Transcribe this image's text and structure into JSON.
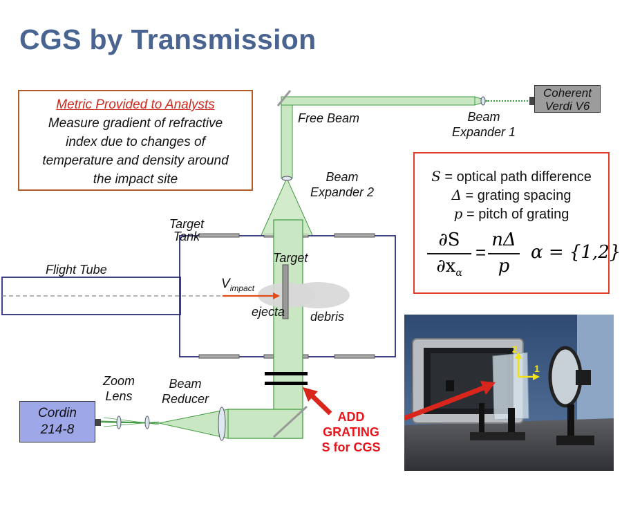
{
  "title": "CGS by Transmission",
  "metric_box": {
    "heading": "Metric Provided to Analysts",
    "line1": "Measure gradient  of refractive",
    "line2": "index due to changes of",
    "line3": "temperature and density around",
    "line4": "the impact site"
  },
  "formula_box": {
    "line1_sym": "S",
    "line1_text": " = optical path difference",
    "line2_sym": "Δ",
    "line2_text": " = grating spacing",
    "line3_sym": "p",
    "line3_text": " = pitch of grating",
    "eq_lhs_num": "∂S",
    "eq_lhs_den": "∂x",
    "eq_lhs_den_sub": "α",
    "eq_equals": "=",
    "eq_rhs_num": "nΔ",
    "eq_rhs_den": "p",
    "alpha_eq": "α = {1,2}"
  },
  "labels": {
    "free_beam": "Free Beam",
    "beam_expander_1_a": "Beam",
    "beam_expander_1_b": "Expander 1",
    "beam_expander_2_a": "Beam",
    "beam_expander_2_b": "Expander 2",
    "target_tank_a": "Target",
    "target_tank_b": "Tank",
    "target": "Target",
    "flight_tube": "Flight Tube",
    "v_impact_main": "V",
    "v_impact_sub": "impact",
    "ejecta": "ejecta",
    "debris": "debris",
    "zoom_lens_a": "Zoom",
    "zoom_lens_b": "Lens",
    "beam_reducer_a": "Beam",
    "beam_reducer_b": "Reducer"
  },
  "devices": {
    "coherent_a": "Coherent",
    "coherent_b": "Verdi V6",
    "cordin_a": "Cordin",
    "cordin_b": "214-8"
  },
  "add_grating": {
    "line1": "ADD",
    "line2": "GRATING",
    "line3": "S for CGS"
  },
  "photo_axes": {
    "axis_1": "1",
    "axis_2": "2"
  },
  "colors": {
    "title": "#4a6491",
    "beam_green": "#3f9a3f",
    "beam_fill": "#c9e7c2",
    "tank_outline": "#2a2d7a",
    "red_arrow": "#d9261c"
  }
}
